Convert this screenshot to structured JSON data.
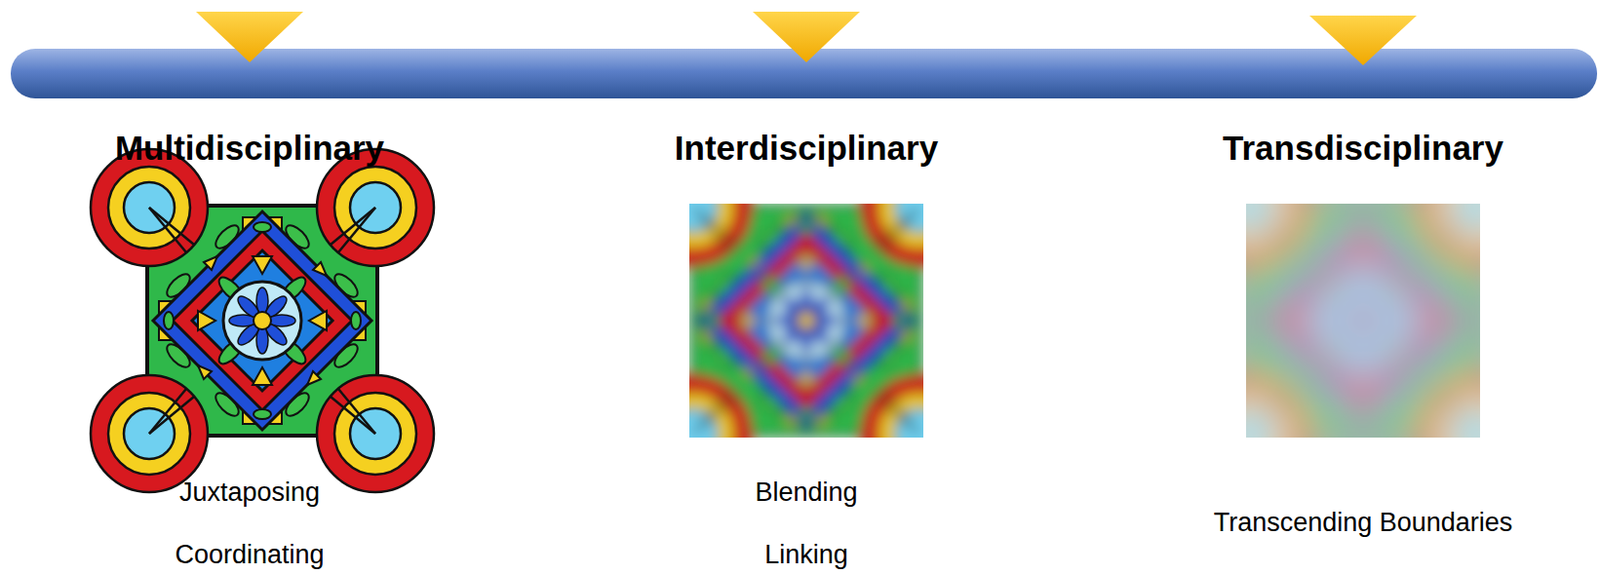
{
  "diagram": {
    "labels": [
      "Multidisciplinary",
      "Interdisciplinary",
      "Transdisciplinary",
      "Juxtaposing",
      "Coordinating",
      "Blending",
      "Linking",
      "Transcending Boundaries"
    ]
  }
}
